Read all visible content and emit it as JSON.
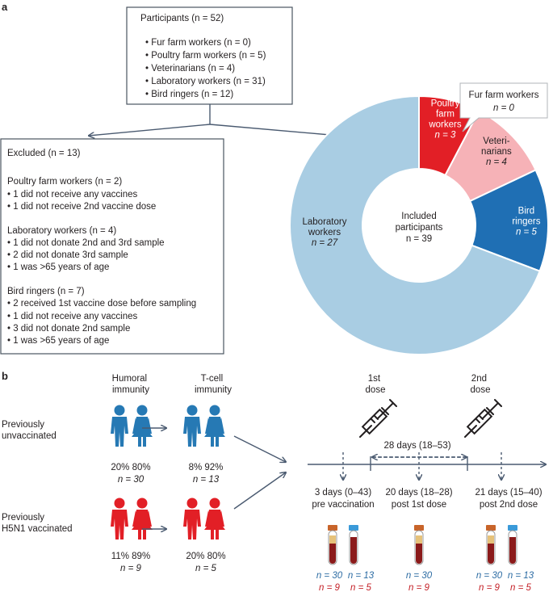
{
  "colors": {
    "poultry": "#e21f26",
    "veterinarians": "#f6b2b7",
    "bird_ringers": "#1f6fb4",
    "laboratory": "#a9cde3",
    "unvaccinated_person": "#2679b4",
    "h5n1_person": "#e21f26",
    "arrow": "#4a5a70",
    "n_blue": "#2e6da4",
    "n_red": "#c41e24"
  },
  "panel_a": {
    "label": "a",
    "participants_box": {
      "title": "Participants (n = 52)",
      "items": [
        "• Fur farm workers (n = 0)",
        "• Poultry farm workers (n = 5)",
        "• Veterinarians (n = 4)",
        "• Laboratory workers (n = 31)",
        "• Bird ringers (n = 12)"
      ]
    },
    "excluded_box": {
      "title": "Excluded (n = 13)",
      "groups": [
        {
          "heading": "Poultry farm workers (n = 2)",
          "lines": [
            "• 1 did not receive any vaccines",
            "• 1 did not receive 2nd vaccine dose"
          ]
        },
        {
          "heading": "Laboratory workers (n = 4)",
          "lines": [
            "• 1 did not donate 2nd and 3rd sample",
            "• 2 did not donate 3rd sample",
            "• 1 was >65 years of age"
          ]
        },
        {
          "heading": "Bird ringers (n = 7)",
          "lines": [
            "• 2 received 1st vaccine dose before sampling",
            "• 1 did not receive any vaccines",
            "• 3 did not donate 2nd sample",
            "• 1 was >65 years of age"
          ]
        }
      ]
    },
    "fur_callout": {
      "line1": "Fur farm workers",
      "line2": "n = 0"
    },
    "donut_center": {
      "line1": "Included",
      "line2": "participants",
      "line3": "n = 39"
    },
    "chart_data": {
      "type": "donut",
      "total": 39,
      "slices": [
        {
          "name": "Poultry farm workers",
          "value": 3,
          "label_lines": [
            "Poultry",
            "farm",
            "workers",
            "n = 3"
          ]
        },
        {
          "name": "Veterinarians",
          "value": 4,
          "label_lines": [
            "Veteri-",
            "narians",
            "n = 4"
          ]
        },
        {
          "name": "Bird ringers",
          "value": 5,
          "label_lines": [
            "Bird",
            "ringers",
            "n = 5"
          ]
        },
        {
          "name": "Laboratory workers",
          "value": 27,
          "label_lines": [
            "Laboratory",
            "workers",
            "n = 27"
          ]
        }
      ]
    }
  },
  "panel_b": {
    "label": "b",
    "col_humoral": "Humoral\nimmunity",
    "col_tcell": "T-cell\nimmunity",
    "row_unvacc": "Previously\nunvaccinated",
    "row_h5n1": "Previously\nH5N1 vaccinated",
    "unvacc_humoral": {
      "pct": "20% 80%",
      "n": "n = 30"
    },
    "unvacc_tcell": {
      "pct": "8% 92%",
      "n": "n = 13"
    },
    "h5n1_humoral": {
      "pct": "11% 89%",
      "n": "n = 9"
    },
    "h5n1_tcell": {
      "pct": "20% 80%",
      "n": "n = 5"
    },
    "dose1": "1st\ndose",
    "dose2": "2nd\ndose",
    "interval": "28 days (18–53)",
    "timepoints": [
      {
        "line1": "3 days (0–43)",
        "line2": "pre vaccination",
        "counts": [
          {
            "blue": "n = 30",
            "red": "n = 9"
          },
          {
            "blue": "n = 13",
            "red": "n = 5"
          }
        ]
      },
      {
        "line1": "20 days (18–28)",
        "line2": "post 1st dose",
        "counts": [
          {
            "blue": "n = 30",
            "red": "n = 9"
          }
        ]
      },
      {
        "line1": "21 days (15–40)",
        "line2": "post 2nd dose",
        "counts": [
          {
            "blue": "n = 30",
            "red": "n = 9"
          },
          {
            "blue": "n = 13",
            "red": "n = 5"
          }
        ]
      }
    ]
  }
}
